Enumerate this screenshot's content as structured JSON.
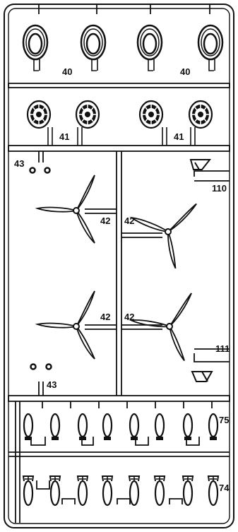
{
  "colors": {
    "ink": "#111111",
    "paper": "#ffffff"
  },
  "part_labels": {
    "wheels_top_left": "40",
    "wheels_top_right": "40",
    "engines_left": "41",
    "engines_right": "41",
    "small_top": "43",
    "small_bottom": "43",
    "prop_ul": "42",
    "prop_ur": "42",
    "prop_ll": "42",
    "prop_lr": "42",
    "bracket_top": "110",
    "bracket_bottom": "111",
    "bombs_upper": "75",
    "bombs_lower": "74"
  },
  "parts": {
    "wheels": [
      "wheel-40",
      "wheel-40",
      "wheel-40",
      "wheel-40"
    ],
    "engines": [
      "engine-41",
      "engine-41",
      "engine-41",
      "engine-41"
    ],
    "propellers": [
      "propeller-42",
      "propeller-42",
      "propeller-42",
      "propeller-42"
    ],
    "bombs_upper_count": 8,
    "bombs_lower_count": 8
  }
}
